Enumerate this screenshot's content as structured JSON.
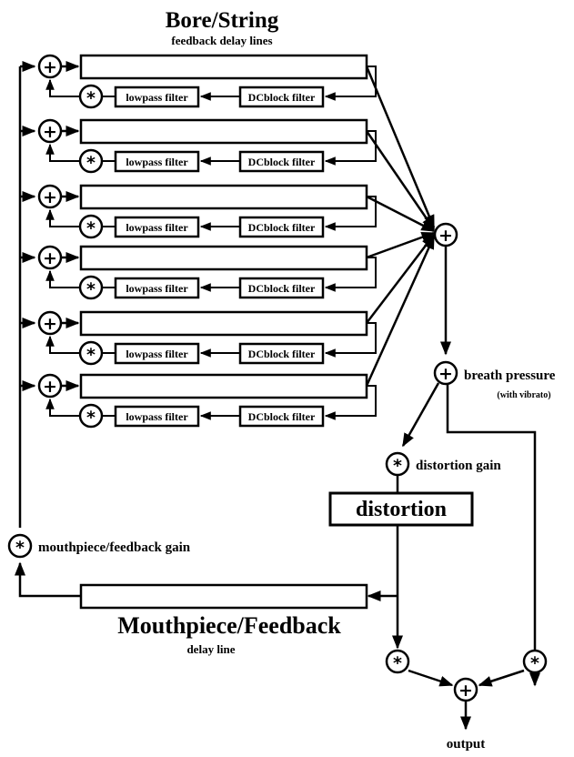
{
  "title": "Bore/String",
  "subtitle": "feedback delay lines",
  "lowpass_label": "lowpass filter",
  "dcblock_label": "DCblock filter",
  "breath_pressure_label": "breath pressure",
  "breath_pressure_note": "(with vibrato)",
  "distortion_gain_label": "distortion gain",
  "distortion_label": "distortion",
  "mouthpiece_gain_label": "mouthpiece/feedback gain",
  "mouthpiece_title": "Mouthpiece/Feedback",
  "mouthpiece_subtitle": "delay line",
  "output_label": "output",
  "sum_symbol": "+",
  "mult_symbol": "*",
  "bore_lines": 6
}
